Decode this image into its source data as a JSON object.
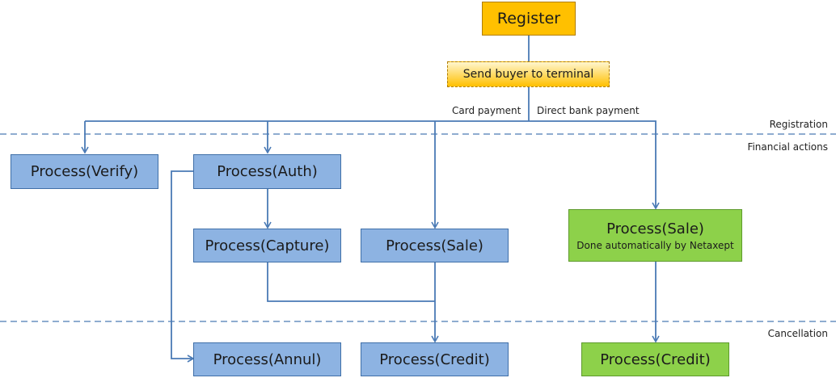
{
  "register": "Register",
  "send_terminal": "Send buyer to terminal",
  "branches": {
    "card": "Card payment",
    "bank": "Direct bank payment"
  },
  "zones": {
    "registration": "Registration",
    "financial": "Financial actions",
    "cancellation": "Cancellation"
  },
  "nodes": {
    "verify": "Process(Verify)",
    "auth": "Process(Auth)",
    "capture": "Process(Capture)",
    "sale_card": "Process(Sale)",
    "sale_bank": "Process(Sale)",
    "sale_bank_note": "Done automatically by Netaxept",
    "annul": "Process(Annul)",
    "credit_card": "Process(Credit)",
    "credit_bank": "Process(Credit)"
  },
  "colors": {
    "card_flow": "#8db3e2",
    "bank_flow": "#8dd14a",
    "register": "#ffc000",
    "line": "#3f6fa8"
  }
}
